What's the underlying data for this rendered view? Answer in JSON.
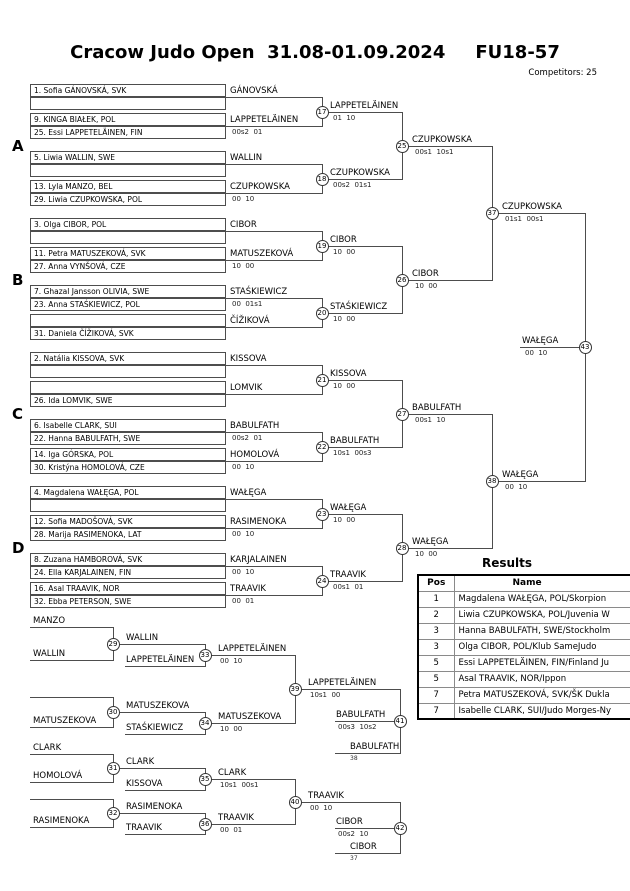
{
  "header": {
    "title": "Cracow Judo Open  31.08-01.09.2024",
    "category": "FU18-57",
    "competitors": "Competitors: 25"
  },
  "sections": [
    "A",
    "B",
    "C",
    "D"
  ],
  "bracket": {
    "pairs": [
      {
        "top": "1. Sofia GÁNOVSKÁ, SVK",
        "bottom": "",
        "winner": "GÁNOVSKÁ",
        "scores": ""
      },
      {
        "top": "9. KINGA BIAŁEK, POL",
        "bottom": "25. Essi LAPPETELÄINEN, FIN",
        "winner": "LAPPETELÄINEN",
        "scores": "00s2  01"
      },
      {
        "top": "5. Liwia WALLIN, SWE",
        "bottom": "",
        "winner": "WALLIN",
        "scores": ""
      },
      {
        "top": "13. Lyla MANZO, BEL",
        "bottom": "29. Liwia CZUPKOWSKA, POL",
        "winner": "CZUPKOWSKA",
        "scores": "00  10"
      },
      {
        "top": "3. Olga CIBOR, POL",
        "bottom": "",
        "winner": "CIBOR",
        "scores": ""
      },
      {
        "top": "11. Petra MATUSZEKOVÁ, SVK",
        "bottom": "27. Anna VYNŠOVÁ, CZE",
        "winner": "MATUSZEKOVÁ",
        "scores": "10  00"
      },
      {
        "top": "7. Ghazal Jansson OLIVIA, SWE",
        "bottom": "23. Anna STAŚKIEWICZ, POL",
        "winner": "STAŚKIEWICZ",
        "scores": "00  01s1"
      },
      {
        "top": "",
        "bottom": "31. Daniela ČÍŽIKOVÁ, SVK",
        "winner": "ČÍŽIKOVÁ",
        "scores": ""
      },
      {
        "top": "2. Natália KISSOVA, SVK",
        "bottom": "",
        "winner": "KISSOVA",
        "scores": ""
      },
      {
        "top": "",
        "bottom": "26. Ida LOMVIK, SWE",
        "winner": "LOMVIK",
        "scores": ""
      },
      {
        "top": "6. Isabelle CLARK, SUI",
        "bottom": "22. Hanna BABULFATH, SWE",
        "winner": "BABULFATH",
        "scores": "00s2  01"
      },
      {
        "top": "14. Iga GÓRSKA, POL",
        "bottom": "30. Kristýna HOMOLOVÁ, CZE",
        "winner": "HOMOLOVÁ",
        "scores": "00  10"
      },
      {
        "top": "4. Magdalena WAŁĘGA, POL",
        "bottom": "",
        "winner": "WAŁĘGA",
        "scores": ""
      },
      {
        "top": "12. Sofia MADOŠOVÁ, SVK",
        "bottom": "28. Marija RASIMENOKA, LAT",
        "winner": "RASIMENOKA",
        "scores": "00  10"
      },
      {
        "top": "8. Zuzana HAMBOROVÁ, SVK",
        "bottom": "24. Ella KARJALAINEN, FIN",
        "winner": "KARJALAINEN",
        "scores": "00  10"
      },
      {
        "top": "16. Asal TRAAVIK, NOR",
        "bottom": "32. Ebba PETERSON, SWE",
        "winner": "TRAAVIK",
        "scores": "00  01"
      }
    ],
    "r2": [
      {
        "num": 17,
        "winner": "LAPPETELÄINEN",
        "scores": "01  10"
      },
      {
        "num": 18,
        "winner": "CZUPKOWSKA",
        "scores": "00s2  01s1"
      },
      {
        "num": 19,
        "winner": "CIBOR",
        "scores": "10  00"
      },
      {
        "num": 20,
        "winner": "STAŚKIEWICZ",
        "scores": "10  00"
      },
      {
        "num": 21,
        "winner": "KISSOVA",
        "scores": "10  00"
      },
      {
        "num": 22,
        "winner": "BABULFATH",
        "scores": "10s1  00s3"
      },
      {
        "num": 23,
        "winner": "WAŁĘGA",
        "scores": "10  00"
      },
      {
        "num": 24,
        "winner": "TRAAVIK",
        "scores": "00s1  01"
      }
    ],
    "r3": [
      {
        "num": 25,
        "winner": "CZUPKOWSKA",
        "scores": "00s1  10s1"
      },
      {
        "num": 26,
        "winner": "CIBOR",
        "scores": "10  00"
      },
      {
        "num": 27,
        "winner": "BABULFATH",
        "scores": "00s1  10"
      },
      {
        "num": 28,
        "winner": "WAŁĘGA",
        "scores": "10  00"
      }
    ],
    "sf": [
      {
        "num": 37,
        "winner": "CZUPKOWSKA",
        "scores": "01s1  00s1"
      },
      {
        "num": 38,
        "winner": "WAŁĘGA",
        "scores": "00  10"
      }
    ],
    "final": {
      "num": 43,
      "winner": "WAŁĘGA",
      "scores": "00  10"
    }
  },
  "repechage": {
    "trees": [
      {
        "entrant1": "MANZO",
        "entrant2": "WALLIN",
        "m1": {
          "num": 29,
          "winner": "WALLIN",
          "scores": ""
        },
        "dropin1": "LAPPETELÄINEN",
        "m2": {
          "num": 33,
          "winner": "LAPPETELÄINEN",
          "scores": "00  10"
        },
        "entrant3": "MATUSZEKOVA",
        "m3": {
          "num": 30,
          "winner": "MATUSZEKOVA",
          "scores": ""
        },
        "dropin2": "STAŚKIEWICZ",
        "m4": {
          "num": 34,
          "winner": "MATUSZEKOVA",
          "scores": "10  00"
        },
        "m5": {
          "num": 39,
          "winner": "LAPPETELÄINEN",
          "scores": "10s1  00"
        },
        "bronze": {
          "num": 41,
          "dropin": "BABULFATH",
          "ref": "38",
          "winner": "BABULFATH",
          "scores": "00s3  10s2"
        }
      },
      {
        "entrant1": "CLARK",
        "entrant2": "HOMOLOVÁ",
        "m1": {
          "num": 31,
          "winner": "CLARK",
          "scores": ""
        },
        "dropin1": "KISSOVA",
        "m2": {
          "num": 35,
          "winner": "CLARK",
          "scores": "10s1  00s1"
        },
        "entrant3": "RASIMENOKA",
        "m3": {
          "num": 32,
          "winner": "RASIMENOKA",
          "scores": ""
        },
        "dropin2": "TRAAVIK",
        "m4": {
          "num": 36,
          "winner": "TRAAVIK",
          "scores": "00  01"
        },
        "m5": {
          "num": 40,
          "winner": "TRAAVIK",
          "scores": "00  10"
        },
        "bronze": {
          "num": 42,
          "dropin": "CIBOR",
          "ref": "37",
          "winner": "CIBOR",
          "scores": "00s2  10"
        }
      }
    ]
  },
  "results": {
    "heading": "Results",
    "columns": [
      "Pos",
      "Name"
    ],
    "rows": [
      {
        "pos": "1",
        "name": "Magdalena WAŁĘGA, POL/Skorpion"
      },
      {
        "pos": "2",
        "name": "Liwia CZUPKOWSKA, POL/Juvenia W"
      },
      {
        "pos": "3",
        "name": "Hanna BABULFATH, SWE/Stockholm"
      },
      {
        "pos": "3",
        "name": "Olga CIBOR, POL/Klub SameJudo"
      },
      {
        "pos": "5",
        "name": "Essi LAPPETELÄINEN, FIN/Finland Ju"
      },
      {
        "pos": "5",
        "name": "Asal TRAAVIK, NOR/Ippon"
      },
      {
        "pos": "7",
        "name": "Petra MATUSZEKOVÁ, SVK/ŠK Dukla"
      },
      {
        "pos": "7",
        "name": "Isabelle CLARK, SUI/Judo Morges-Ny"
      }
    ]
  }
}
